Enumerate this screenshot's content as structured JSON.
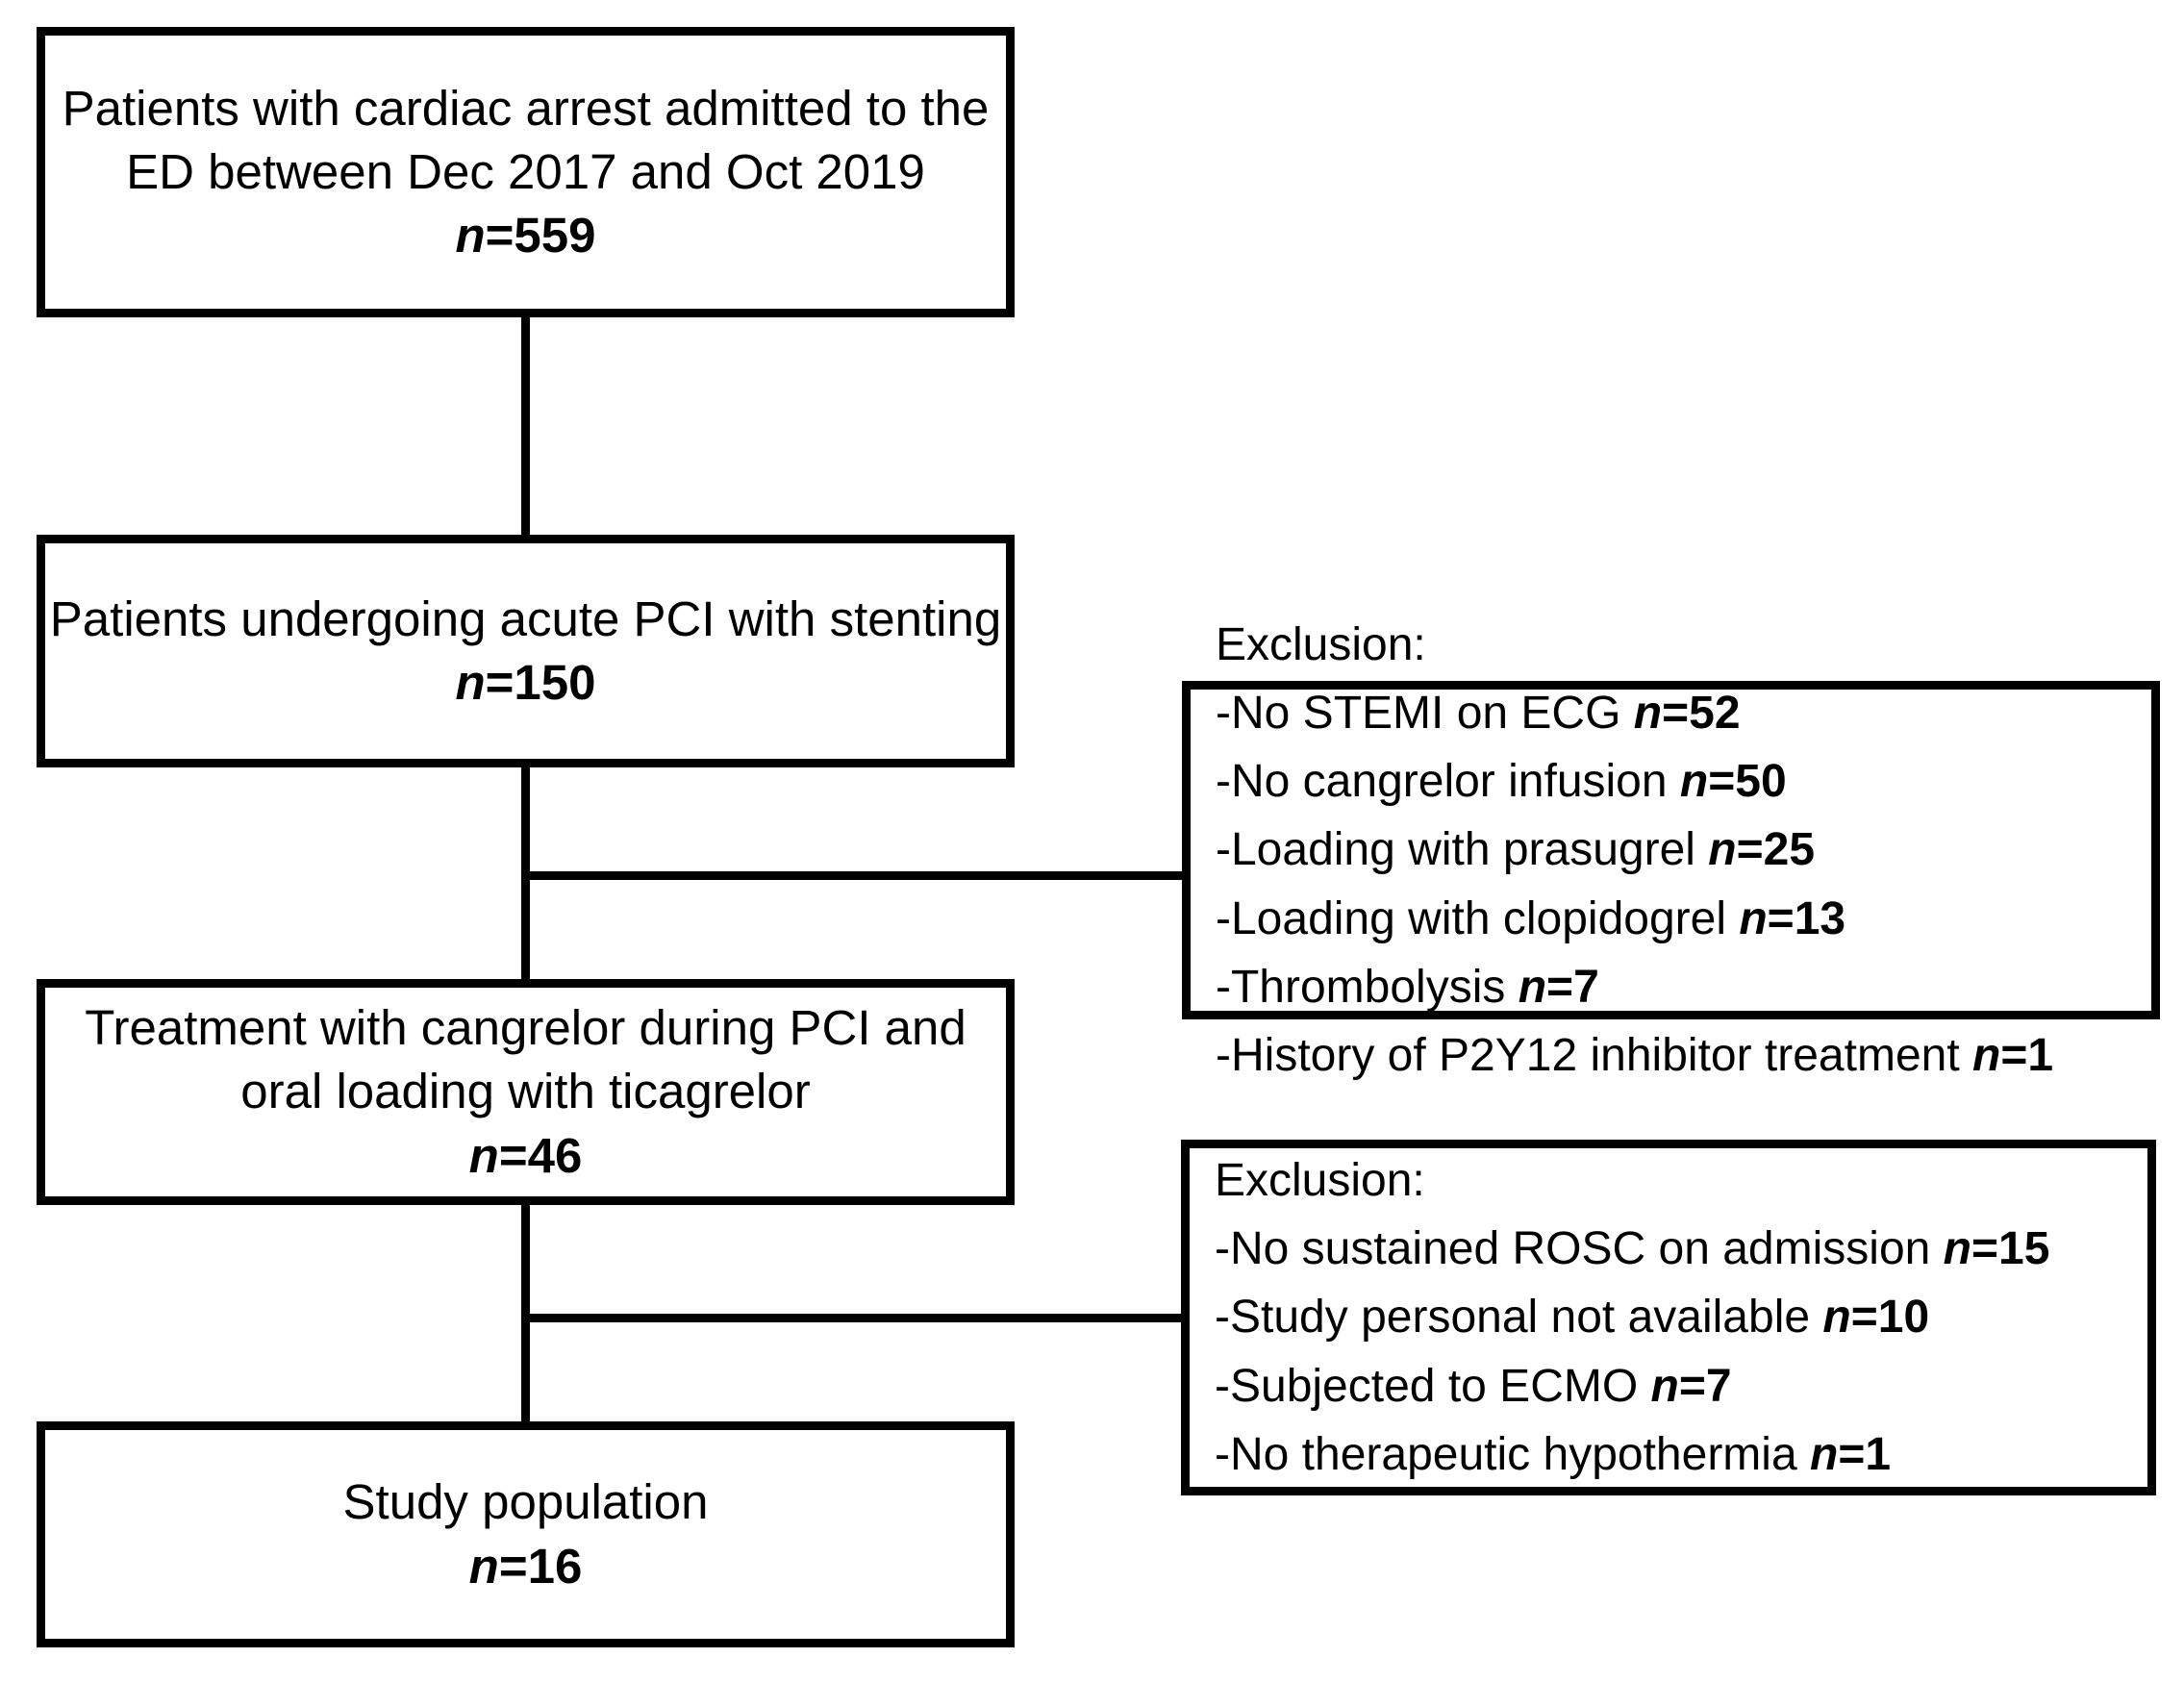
{
  "diagram": {
    "type": "study-flow-chart",
    "nodes": [
      {
        "id": "admitted",
        "lines": [
          "Patients with cardiac arrest admitted to the",
          "ED between Dec 2017 and Oct 2019"
        ],
        "n_prefix": "n",
        "n_eq": "=",
        "n_value": "559"
      },
      {
        "id": "acute-pci",
        "lines": [
          "Patients undergoing acute PCI with stenting"
        ],
        "n_prefix": "n",
        "n_eq": "=",
        "n_value": "150"
      },
      {
        "id": "cangrelor-ticagrelor",
        "lines": [
          "Treatment with cangrelor during PCI and",
          "oral loading with ticagrelor"
        ],
        "n_prefix": "n",
        "n_eq": "=",
        "n_value": "46"
      },
      {
        "id": "study-population",
        "lines": [
          "Study population"
        ],
        "n_prefix": "n",
        "n_eq": "=",
        "n_value": "16"
      }
    ],
    "exclusions": [
      {
        "id": "exclusion-1",
        "title": "Exclusion:",
        "items": [
          {
            "label": "-No STEMI on ECG ",
            "n_prefix": "n",
            "n_eq": "=",
            "n_value": "52"
          },
          {
            "label": "-No cangrelor infusion ",
            "n_prefix": "n",
            "n_eq": "=",
            "n_value": "50"
          },
          {
            "label": "-Loading with prasugrel ",
            "n_prefix": "n",
            "n_eq": "=",
            "n_value": "25"
          },
          {
            "label": "-Loading with clopidogrel ",
            "n_prefix": "n",
            "n_eq": "=",
            "n_value": "13"
          },
          {
            "label": "-Thrombolysis ",
            "n_prefix": "n",
            "n_eq": "=",
            "n_value": "7"
          },
          {
            "label": "-History of P2Y12 inhibitor treatment ",
            "n_prefix": "n",
            "n_eq": "=",
            "n_value": "1"
          }
        ]
      },
      {
        "id": "exclusion-2",
        "title": "Exclusion:",
        "items": [
          {
            "label": "-No sustained ROSC on admission ",
            "n_prefix": "n",
            "n_eq": "=",
            "n_value": "15"
          },
          {
            "label": "-Study personal not available ",
            "n_prefix": "n",
            "n_eq": "=",
            "n_value": "10"
          },
          {
            "label": "-Subjected to ECMO ",
            "n_prefix": "n",
            "n_eq": "=",
            "n_value": "7"
          },
          {
            "label": "-No therapeutic hypothermia ",
            "n_prefix": "n",
            "n_eq": "=",
            "n_value": "1"
          }
        ]
      }
    ],
    "colors": {
      "stroke": "#000000",
      "background": "#ffffff",
      "text": "#000000"
    }
  }
}
